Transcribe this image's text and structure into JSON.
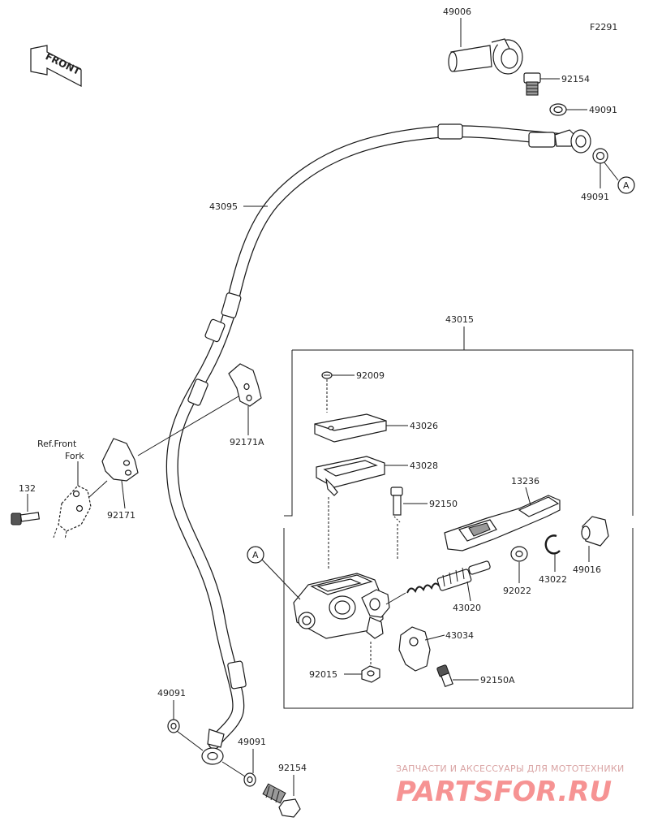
{
  "figure_code": "F2291",
  "front_label": "FRONT",
  "ref_label": {
    "line1": "Ref.Front",
    "line2": "Fork"
  },
  "callout_A": "A",
  "parts": {
    "p49006": "49006",
    "p92154_top": "92154",
    "p49091_a": "49091",
    "p49091_b": "49091",
    "p43095": "43095",
    "p43015": "43015",
    "p92009": "92009",
    "p43026": "43026",
    "p43028": "43028",
    "p92150": "92150",
    "p13236": "13236",
    "p49016": "49016",
    "p43022": "43022",
    "p92022": "92022",
    "p43020": "43020",
    "p43034": "43034",
    "p92015": "92015",
    "p92150A": "92150A",
    "p92171A": "92171A",
    "p92171": "92171",
    "p132": "132",
    "p49091_c": "49091",
    "p49091_d": "49091",
    "p92154_bottom": "92154"
  },
  "watermark": {
    "tagline": "ЗАПЧАСТИ И АКСЕССУАРЫ ДЛЯ МОТОТЕХНИКИ",
    "brand": "PARTSFOR.RU",
    "brand_color": "#ef3b3b"
  }
}
